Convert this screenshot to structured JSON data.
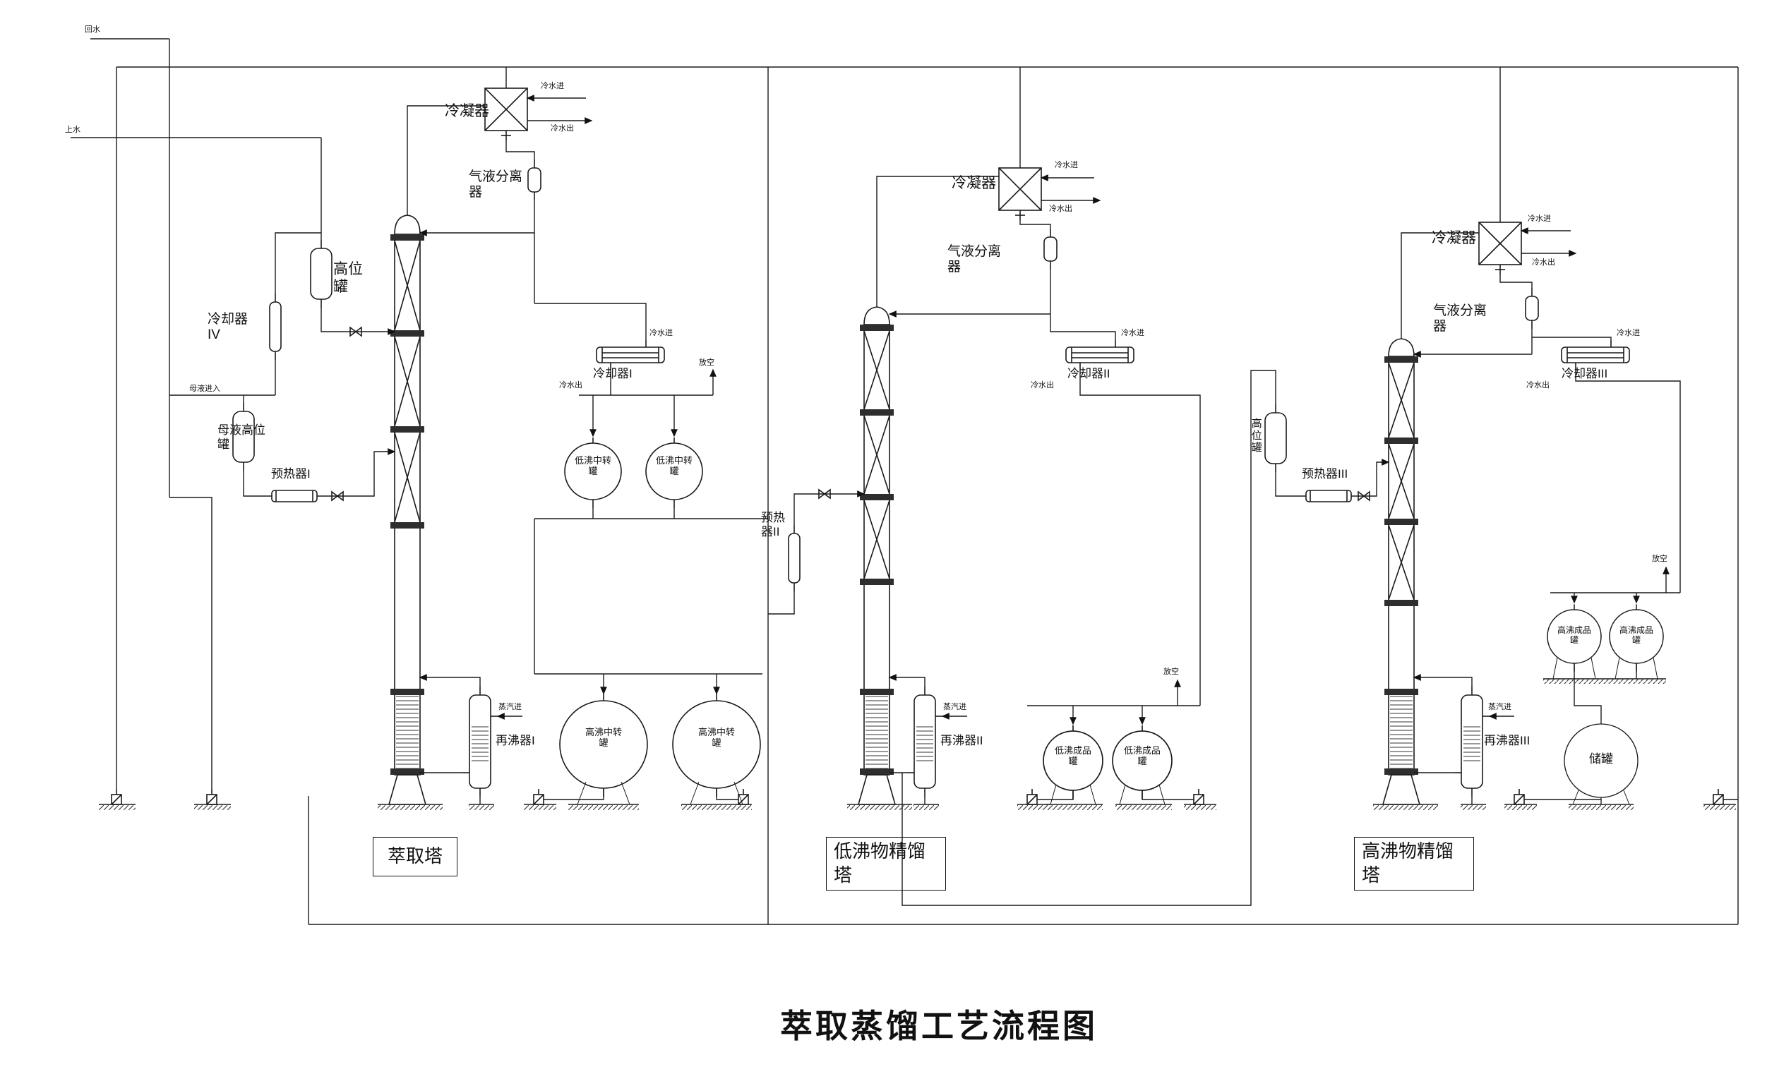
{
  "title": "萃取蒸馏工艺流程图",
  "util": {
    "return_water": "回水",
    "supply_water": "上水",
    "cw_in": "冷水进",
    "cw_out": "冷水出",
    "steam_in": "蒸汽进",
    "vent": "放空",
    "mother_liquor_in": "母液进入"
  },
  "ext": {
    "tower": "萃取塔",
    "condenser": "冷凝器",
    "separator": "气液分离器",
    "high_tank": "高位罐",
    "cooler_iv": "冷却器IV",
    "mother_tank": "母液高位罐",
    "preheater": "预热器I",
    "cooler": "冷却器I",
    "low_transfer_tank": "低沸中转罐",
    "reboiler": "再沸器I",
    "high_transfer_tank": "高沸中转罐"
  },
  "low": {
    "tower": "低沸物精馏塔",
    "condenser": "冷凝器",
    "separator": "气液分离器",
    "cooler": "冷却器II",
    "preheater": "预热器II",
    "reboiler": "再沸器II",
    "product_tank": "低沸成品罐"
  },
  "high": {
    "tower": "高沸物精馏塔",
    "condenser": "冷凝器",
    "separator": "气液分离器",
    "cooler": "冷却器III",
    "high_tank": "高位罐",
    "preheater": "预热器III",
    "reboiler": "再沸器III",
    "product_tank": "高沸成品罐",
    "storage_tank": "储罐"
  }
}
